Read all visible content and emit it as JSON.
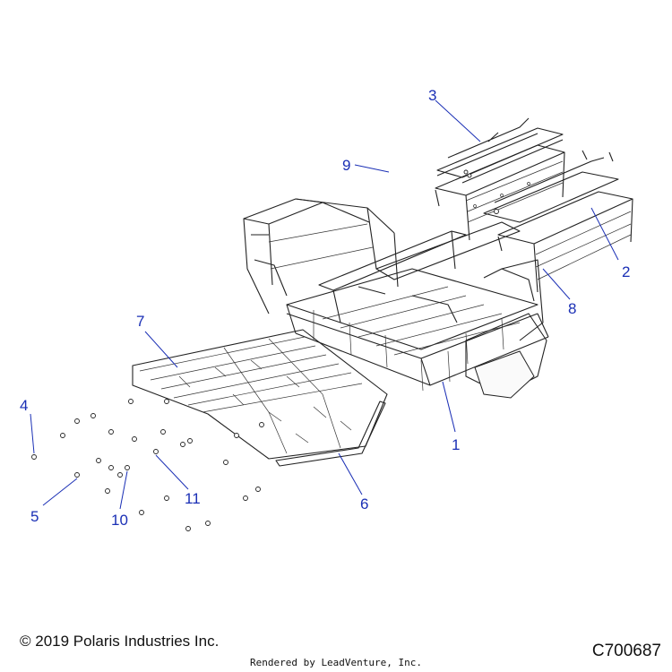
{
  "diagram": {
    "callouts": [
      {
        "id": "c1",
        "label": "1"
      },
      {
        "id": "c2",
        "label": "2"
      },
      {
        "id": "c3",
        "label": "3"
      },
      {
        "id": "c4",
        "label": "4"
      },
      {
        "id": "c5",
        "label": "5"
      },
      {
        "id": "c6",
        "label": "6"
      },
      {
        "id": "c7",
        "label": "7"
      },
      {
        "id": "c8",
        "label": "8"
      },
      {
        "id": "c9",
        "label": "9"
      },
      {
        "id": "c10",
        "label": "10"
      },
      {
        "id": "c11",
        "label": "11"
      }
    ],
    "callout_color": "#1a2fb5",
    "line_color": "#222222"
  },
  "footer": {
    "copyright": "© 2019 Polaris Industries Inc.",
    "diagram_code": "C700687",
    "rendered_by": "Rendered by LeadVenture, Inc."
  }
}
